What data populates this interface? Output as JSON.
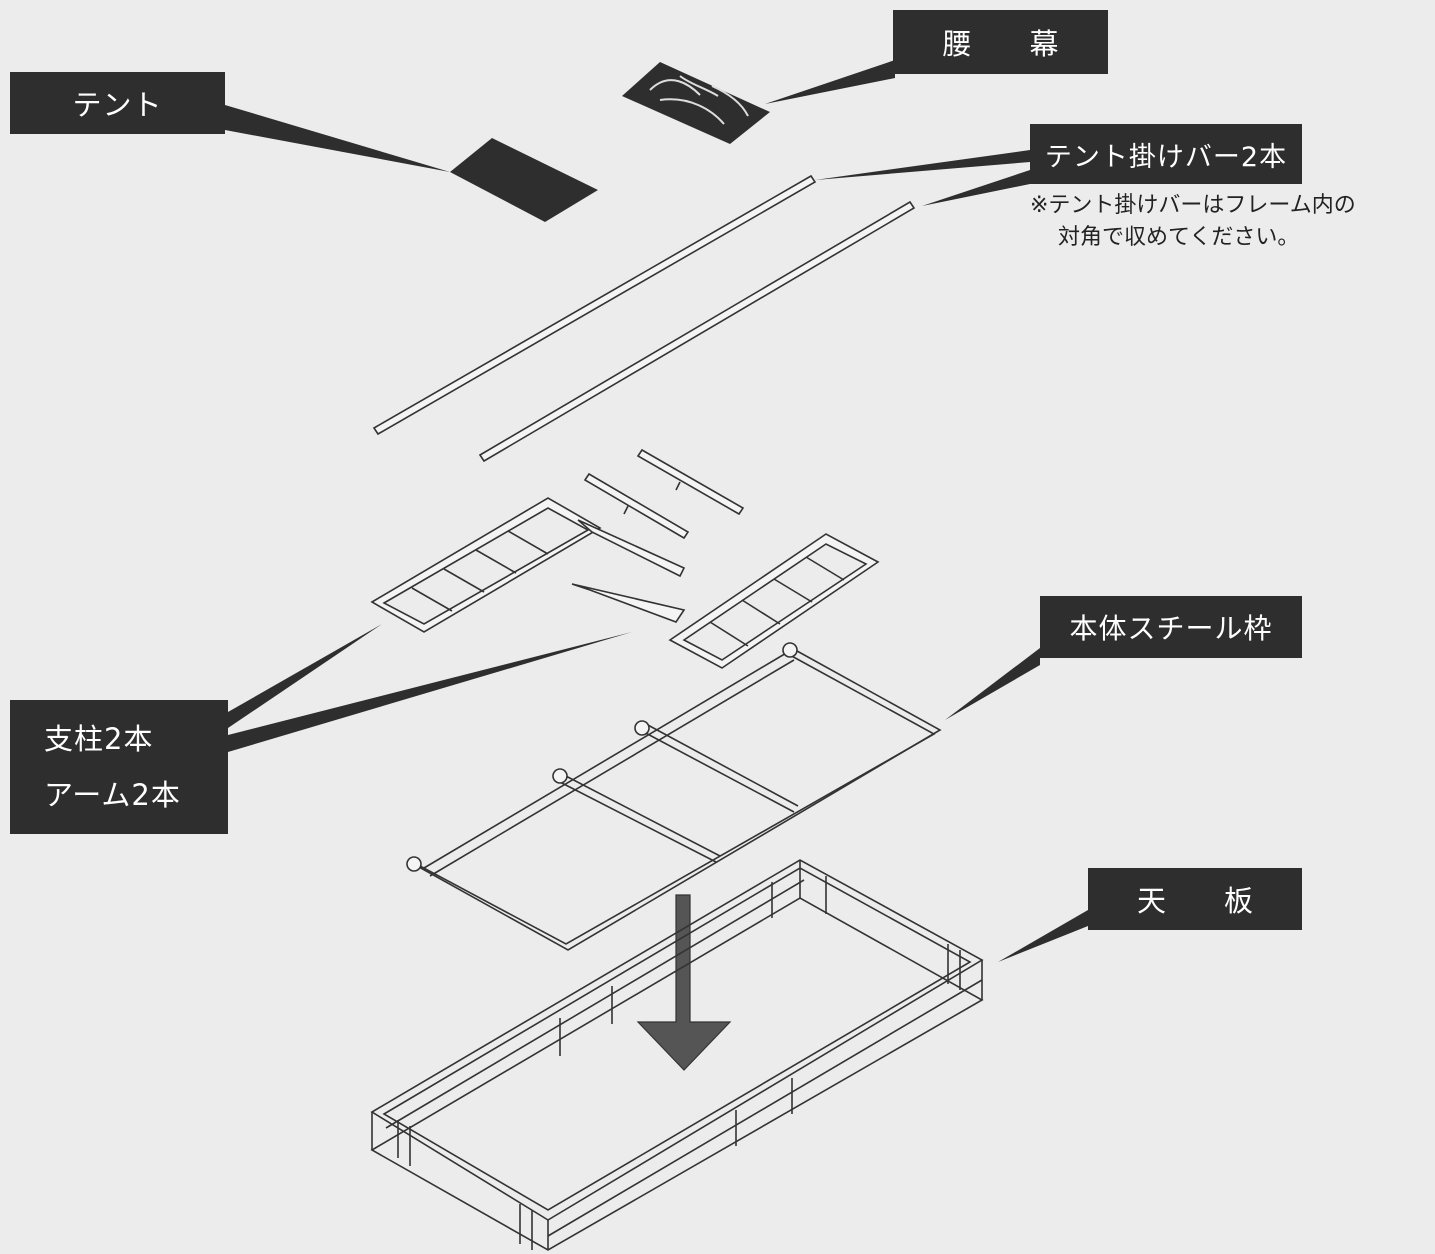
{
  "labels": {
    "tent": "テント",
    "koshimaku": "腰　幕",
    "tent_bar": "テント掛けバー2本",
    "pillar_line1": "支柱2本",
    "pillar_line2": "アーム2本",
    "steel_frame": "本体スチール枠",
    "top_board": "天　板"
  },
  "note": {
    "line1": "※テント掛けバーはフレーム内の",
    "line2": "対角で収めてください。"
  },
  "colors": {
    "background": "#ececec",
    "label_fill": "#2e2e2e",
    "label_text": "#ffffff",
    "line": "#333333",
    "part_fill": "#f4f4f4",
    "arrow": "#555555"
  }
}
